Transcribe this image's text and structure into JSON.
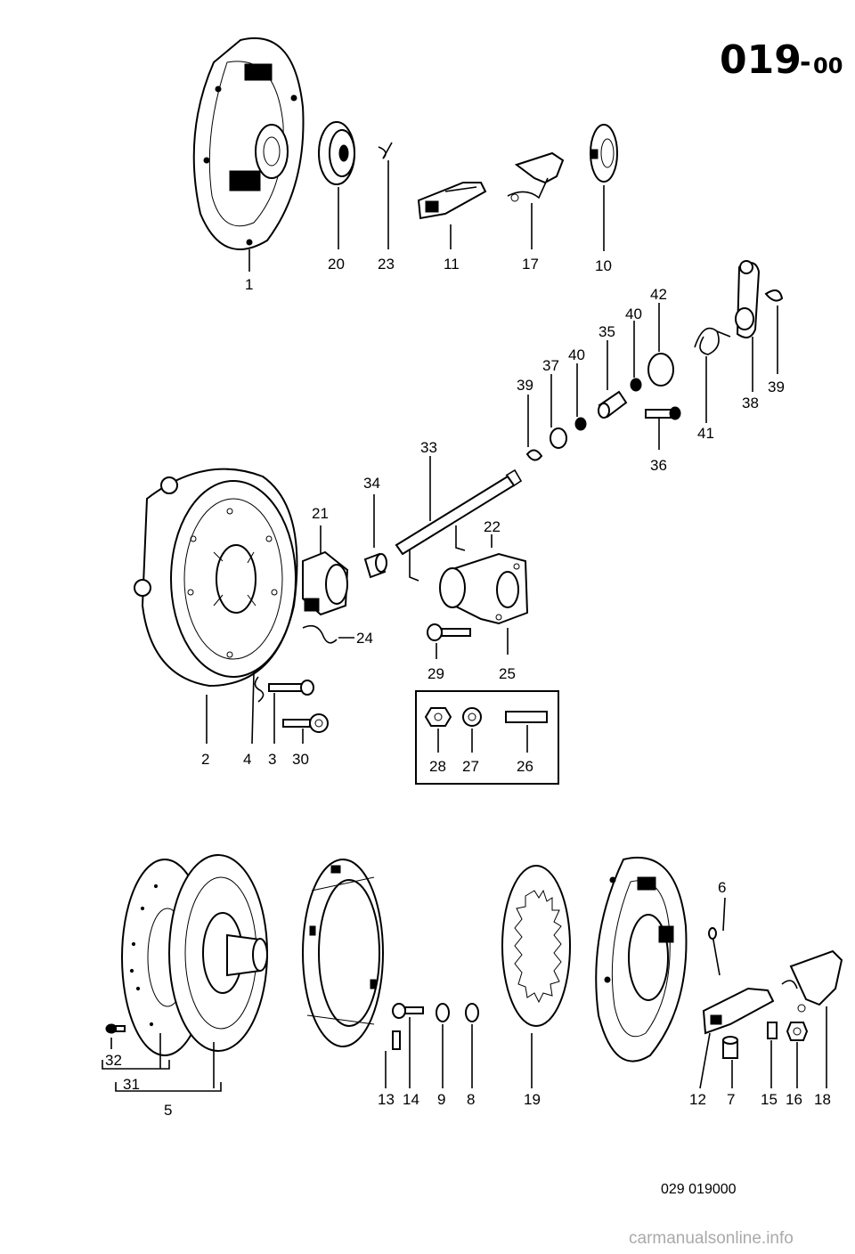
{
  "page": {
    "title_main": "019",
    "title_sep": "-",
    "title_sub": "00",
    "footer_code": "029 019000",
    "watermark": "carmanualsonline.info"
  },
  "callouts": {
    "n1": "1",
    "n2": "2",
    "n3": "3",
    "n4": "4",
    "n5": "5",
    "n6": "6",
    "n7": "7",
    "n8": "8",
    "n9": "9",
    "n10": "10",
    "n11": "11",
    "n12": "12",
    "n13": "13",
    "n14": "14",
    "n15": "15",
    "n16": "16",
    "n17": "17",
    "n18": "18",
    "n19": "19",
    "n20": "20",
    "n21": "21",
    "n22": "22",
    "n23": "23",
    "n24": "24",
    "n25": "25",
    "n26": "26",
    "n27": "27",
    "n28": "28",
    "n29": "29",
    "n30": "30",
    "n31": "31",
    "n32": "32",
    "n33": "33",
    "n34": "34",
    "n35": "35",
    "n36": "36",
    "n37": "37",
    "n38": "38",
    "n39": "39",
    "n40": "40",
    "n41": "41",
    "n42": "42"
  }
}
